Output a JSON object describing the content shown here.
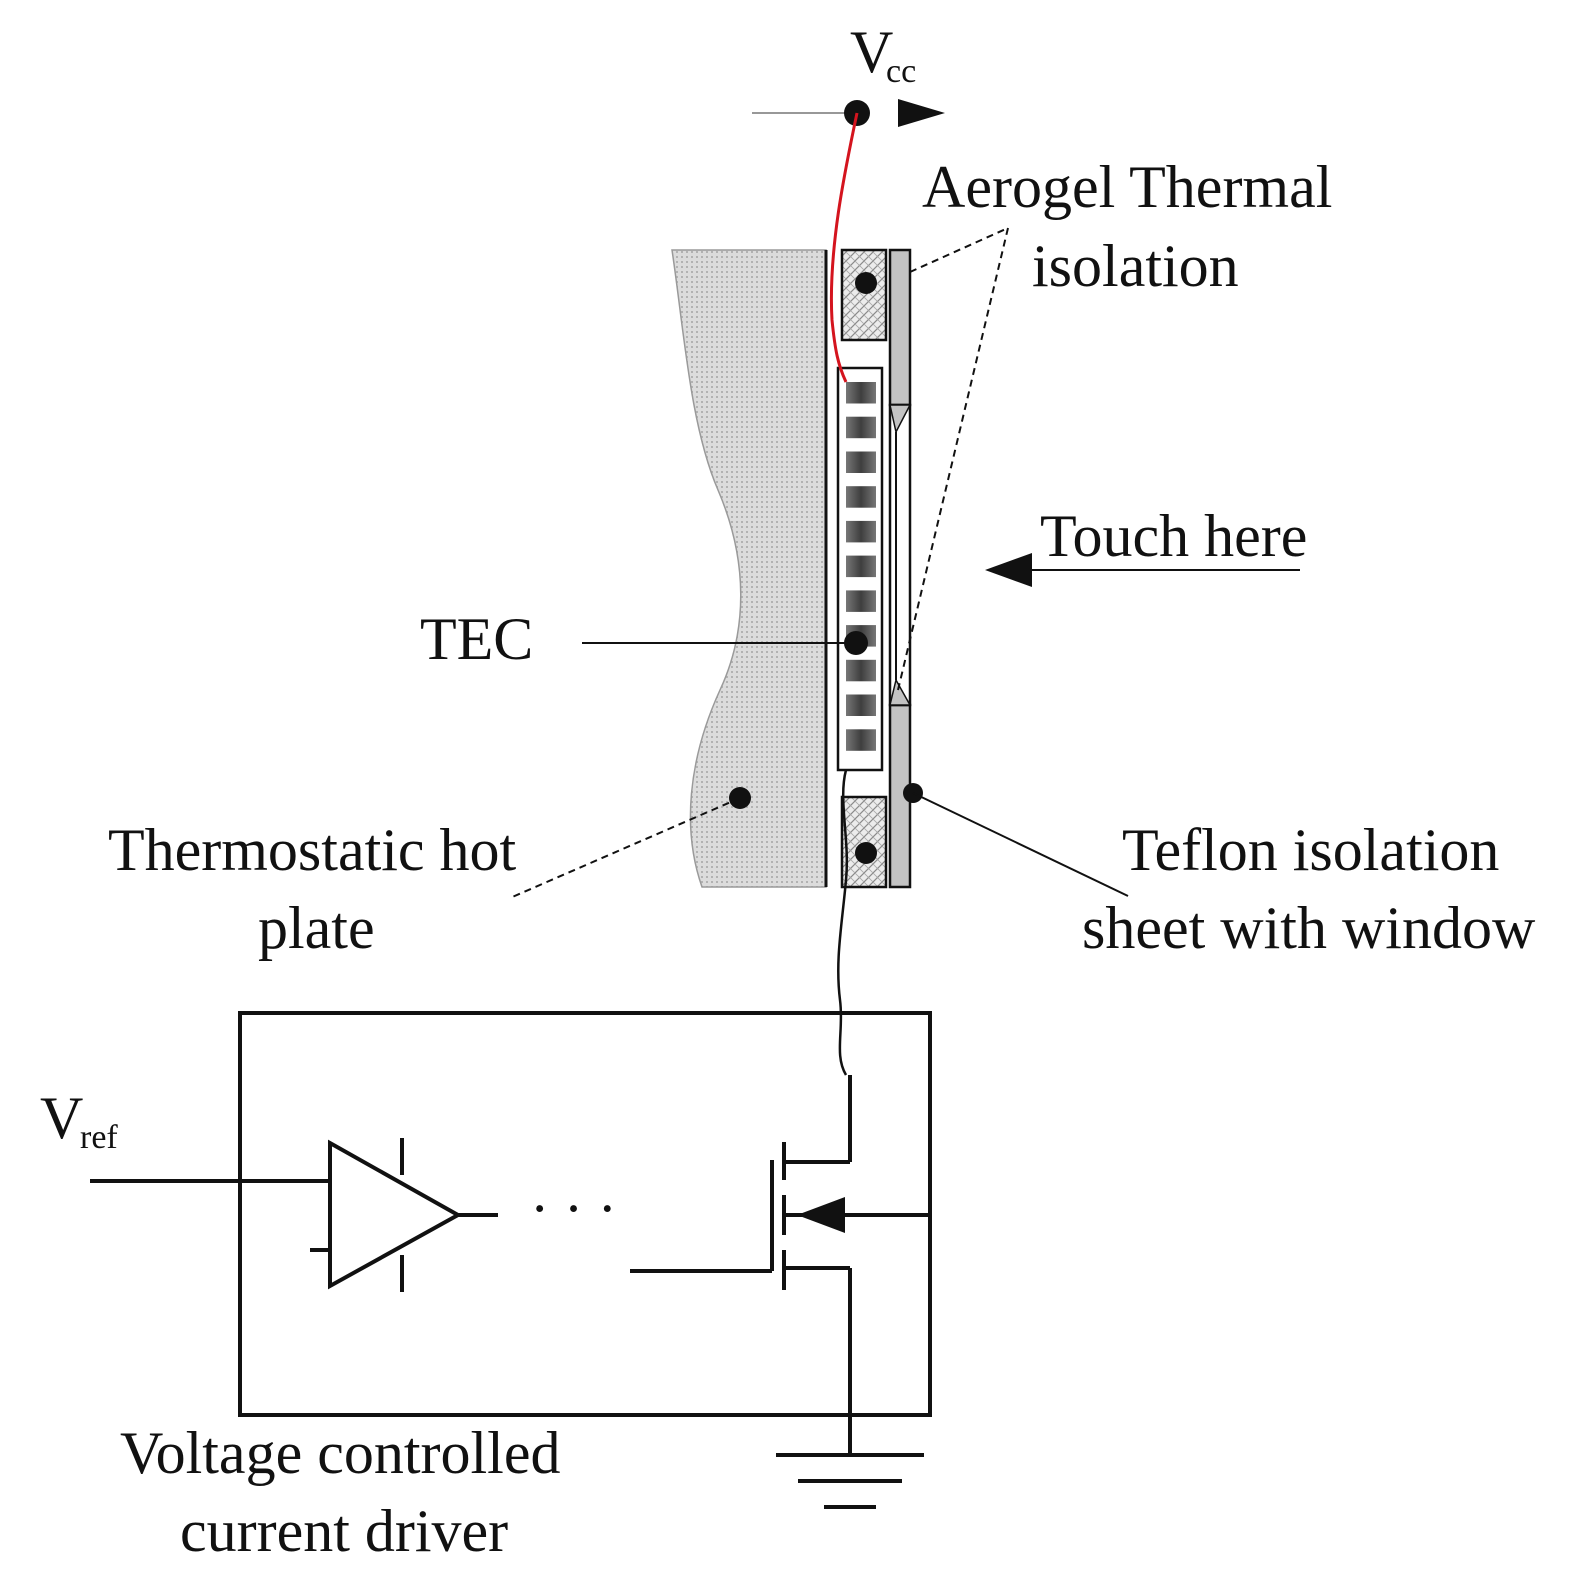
{
  "labels": {
    "vcc_main": "V",
    "vcc_sub": "cc",
    "aerogel_line1": "Aerogel Thermal",
    "aerogel_line2": "isolation",
    "touch_here": "Touch here",
    "tec": "TEC",
    "hot_plate_line1": "Thermostatic hot",
    "hot_plate_line2": "plate",
    "teflon_line1": "Teflon isolation",
    "teflon_line2": "sheet with window",
    "vref_main": "V",
    "vref_sub": "ref",
    "ellipsis": "· · ·",
    "driver_line1": "Voltage controlled",
    "driver_line2": "current driver"
  },
  "colors": {
    "line": "#111111",
    "wire_red": "#d4141e",
    "plate_fill": "#d6d6d6",
    "tec_cell": "#555555",
    "teflon_fill": "#b8b8b8"
  },
  "tec_cell_count": 11
}
